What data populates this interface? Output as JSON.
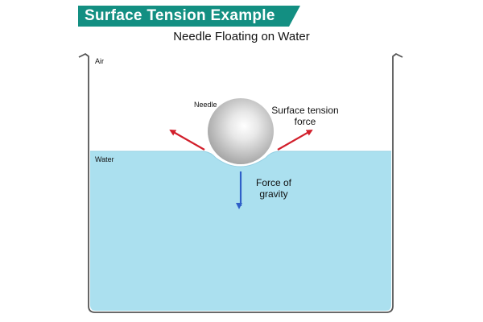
{
  "banner": {
    "title": "Surface Tension Example",
    "color": "#138f82"
  },
  "subtitle": "Needle Floating on Water",
  "labels": {
    "air": "Air",
    "water": "Water",
    "needle": "Needle",
    "surface_tension_line1": "Surface tension",
    "surface_tension_line2": "force",
    "gravity_line1": "Force of",
    "gravity_line2": "gravity"
  },
  "colors": {
    "water": "#abe0ef",
    "water_surface": "#9fd8ea",
    "container": "#555555",
    "surface_tension_arrow": "#d21f2b",
    "gravity_arrow": "#2f5fc8",
    "needle_light": "#ffffff",
    "needle_dark": "#a8a8a8"
  }
}
